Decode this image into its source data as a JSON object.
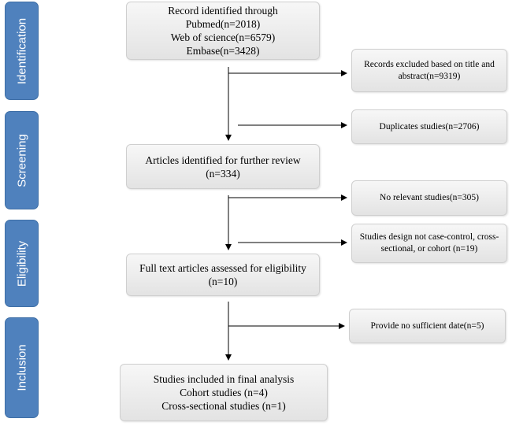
{
  "stages": [
    {
      "label": "Identification"
    },
    {
      "label": "Screening"
    },
    {
      "label": "Eligibility"
    },
    {
      "label": "Inclusion"
    }
  ],
  "main_boxes": {
    "records": {
      "lines": [
        "Record identified through",
        "Pubmed(n=2018)",
        "Web of science(n=6579)",
        "Embase(n=3428)"
      ]
    },
    "articles": {
      "lines": [
        "Articles identified for further review",
        "(n=334)"
      ]
    },
    "fulltext": {
      "lines": [
        "Full text articles assessed for eligibility",
        "(n=10)"
      ]
    },
    "included": {
      "lines": [
        "Studies included in final analysis",
        "Cohort studies (n=4)",
        "Cross-sectional studies (n=1)"
      ]
    }
  },
  "side_boxes": {
    "excluded_title": {
      "lines": [
        "Records excluded based on title and",
        "abstract(n=9319)"
      ]
    },
    "duplicates": {
      "lines": [
        "Duplicates studies(n=2706)"
      ]
    },
    "no_relevant": {
      "lines": [
        "No relevant studies(n=305)"
      ]
    },
    "design": {
      "lines": [
        "Studies design not case-control, cross-",
        "sectional, or cohort (n=19)"
      ]
    },
    "no_data": {
      "lines": [
        "Provide no sufficient date(n=5)"
      ]
    }
  },
  "colors": {
    "stage_fill": "#4f81bd",
    "box_fill": "#ebebeb",
    "arrow": "#000000"
  }
}
